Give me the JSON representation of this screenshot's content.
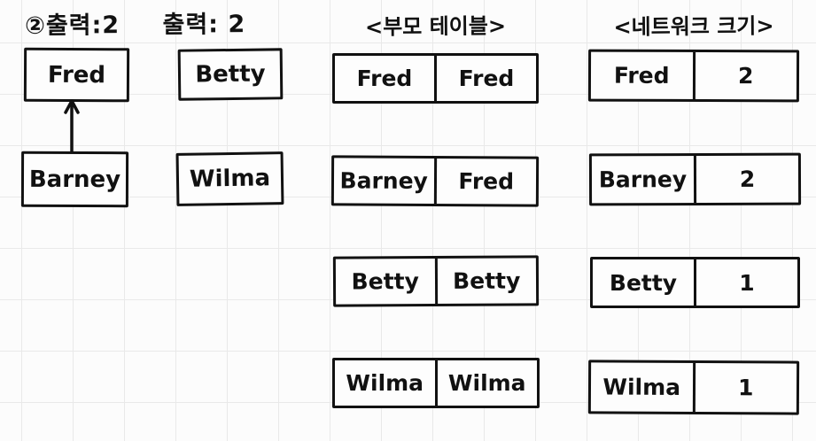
{
  "caption": {
    "part1": "②출력:2",
    "part2": "출력: 2"
  },
  "graph": {
    "nodes": [
      {
        "label": "Fred"
      },
      {
        "label": "Betty"
      },
      {
        "label": "Barney"
      },
      {
        "label": "Wilma"
      }
    ],
    "edge": {
      "from": "Barney",
      "to": "Fred",
      "direction": "up"
    }
  },
  "parent_table": {
    "title": "<부모 테이블>",
    "rows": [
      [
        "Fred",
        "Fred"
      ],
      [
        "Barney",
        "Fred"
      ],
      [
        "Betty",
        "Betty"
      ],
      [
        "Wilma",
        "Wilma"
      ]
    ]
  },
  "network_size_table": {
    "title": "<네트워크 크기>",
    "rows": [
      [
        "Fred",
        "2"
      ],
      [
        "Barney",
        "2"
      ],
      [
        "Betty",
        "1"
      ],
      [
        "Wilma",
        "1"
      ]
    ]
  },
  "colors": {
    "ink": "#111111",
    "grid_line": "#e9e9e9",
    "paper": "#fcfcfc"
  }
}
